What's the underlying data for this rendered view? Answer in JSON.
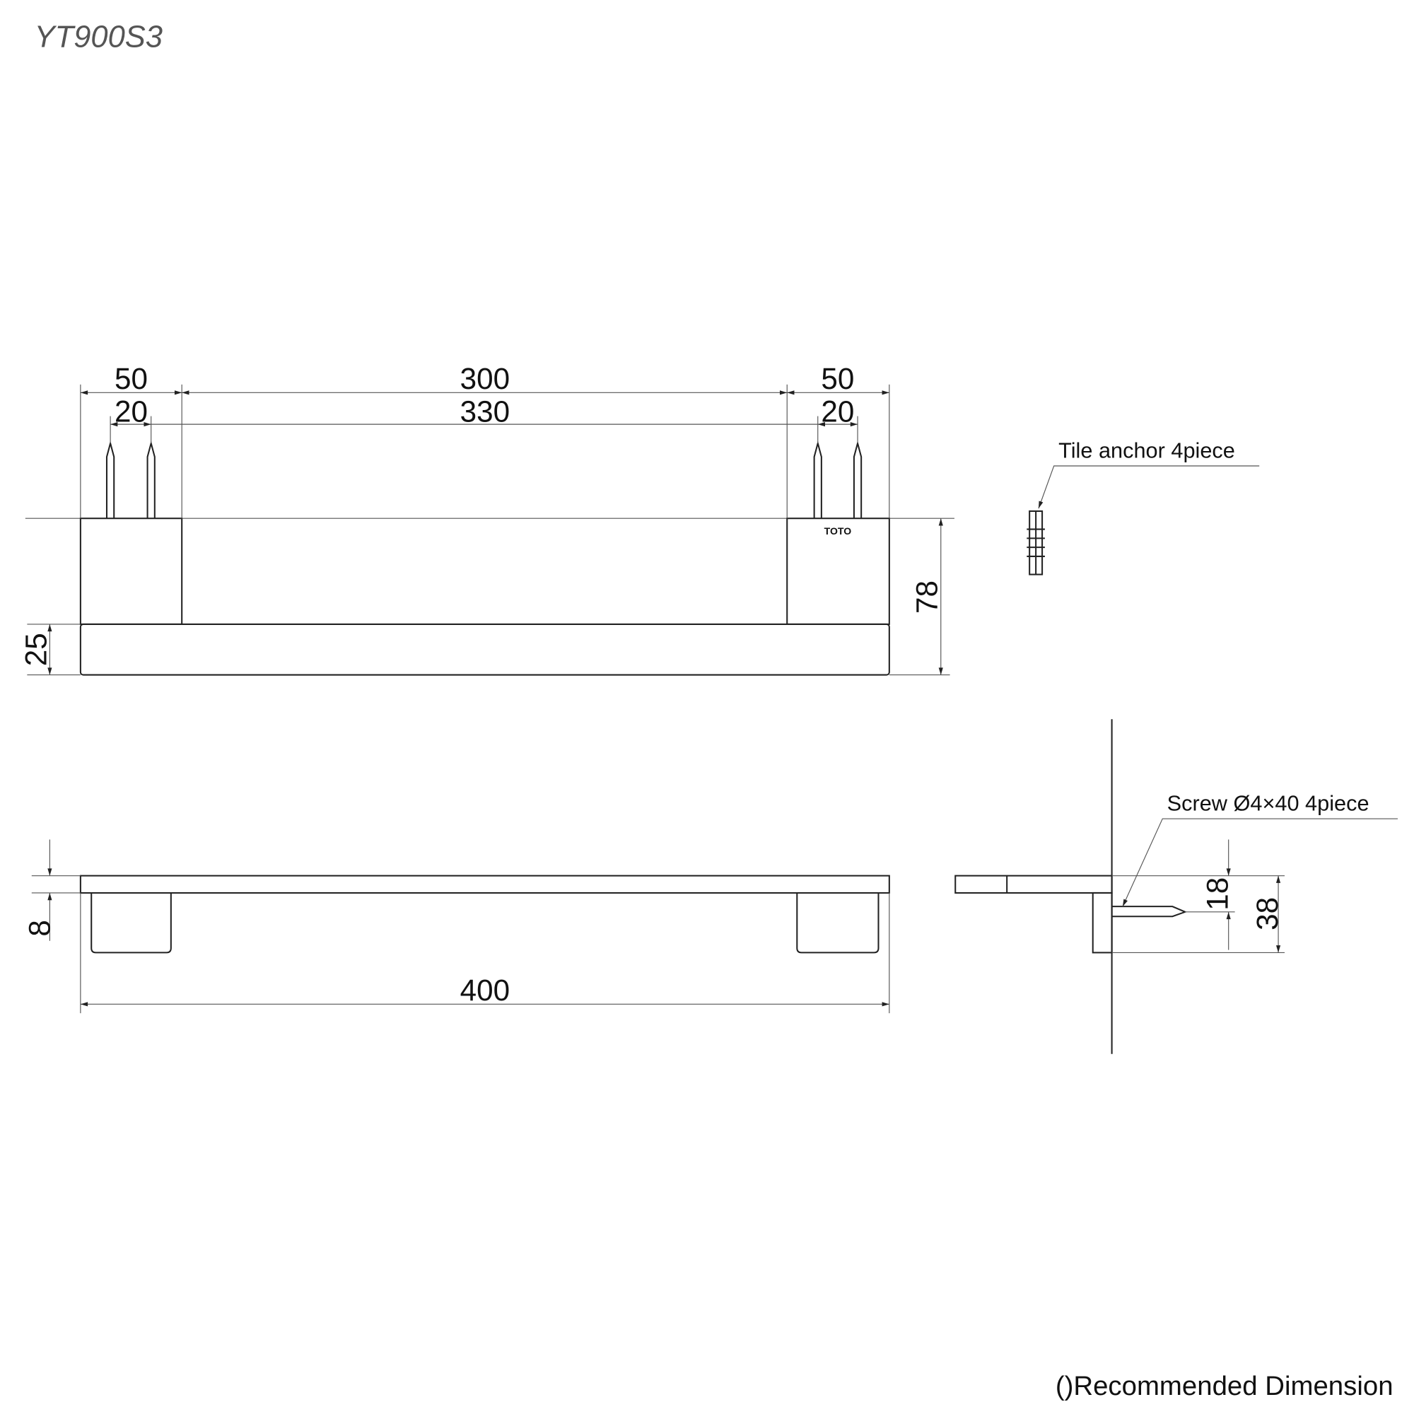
{
  "title": "YT900S3",
  "front_view": {
    "dims": {
      "left_outer": "50",
      "left_inner": "20",
      "center_outer": "300",
      "center_inner": "330",
      "right_outer": "50",
      "right_inner": "20",
      "height_total": "78",
      "bar_height": "25"
    },
    "logo": "TOTO"
  },
  "tile_anchor_label": "Tile anchor 4piece",
  "top_view": {
    "dims": {
      "plate_thickness": "8",
      "length": "400"
    }
  },
  "side_view": {
    "screw_label": "Screw Ø4×40 4piece",
    "dims": {
      "screw_offset": "18",
      "bracket_height": "38"
    }
  },
  "footnote": "()Recommended Dimension",
  "colors": {
    "line": "#222222",
    "title": "#555555"
  }
}
